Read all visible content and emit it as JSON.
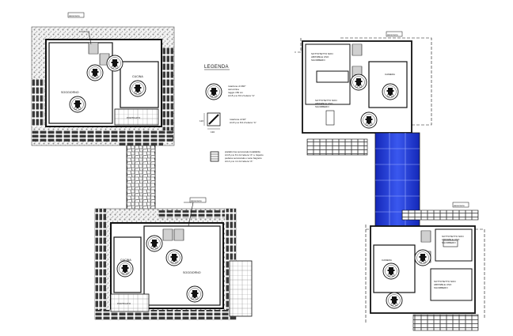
{
  "legend": {
    "title": "LEGENDA",
    "items": [
      {
        "icon": "wheelchair-rotation-icon",
        "lines": [
          "rotazione di 360°",
          "carrozzina",
          "raggio 150 cm",
          "Art.8 p.to 8.0.2 lettera \"A\""
        ]
      },
      {
        "icon": "wheelchair-rotation-90-icon",
        "lines": [
          "rotazione di 90°",
          "Art.8 p.to 8.0.2 lettera \"A\""
        ],
        "dims": [
          "120",
          "130"
        ]
      },
      {
        "icon": "elevator-platform-icon",
        "lines": [
          "piattaforma servoscala installabile",
          "Art.8 p.to 8.1.12 lettera \"A\" e rispetto",
          "pedana servoscala e vano bagnoto",
          "Art.4 p.to 4.1.12 lettera \"A\""
        ]
      }
    ]
  },
  "rooms": {
    "left_upper": {
      "soggiorno": "SOGGIORNO",
      "cucina": "CUCINA",
      "portico": "PORTICATO"
    },
    "left_lower": {
      "cucina": "CUCINA",
      "soggiorno": "SOGGIORNO",
      "portico": "PORTICATO"
    },
    "right_upper": {
      "sottotetto1": [
        "SOTTOTETTO NON",
        "ABITABILE USO",
        "SGOMBERO"
      ],
      "camera": "CAMERA",
      "sottotetto2": [
        "SOTTOTETTO NON",
        "ABITABILE USO",
        "SGOMBERO"
      ]
    },
    "right_lower": {
      "sottotetto1": [
        "SOTTOTETTO NON",
        "ABITABILE USO",
        "SGOMBERO"
      ],
      "camera": "CAMERA",
      "sottotetto2": [
        "SOTTOTETTO NON",
        "ABITABILE USO",
        "SGOMBERO"
      ]
    }
  },
  "tags": {
    "stair_left_upper": "ascensore",
    "stair_left_lower": "ascensore",
    "stair_right_upper": "ascensore",
    "stair_right_lower": "ascensore"
  },
  "colors": {
    "glass_roof": "#1f3fd9",
    "line": "#111111",
    "pattern": "#555555"
  }
}
